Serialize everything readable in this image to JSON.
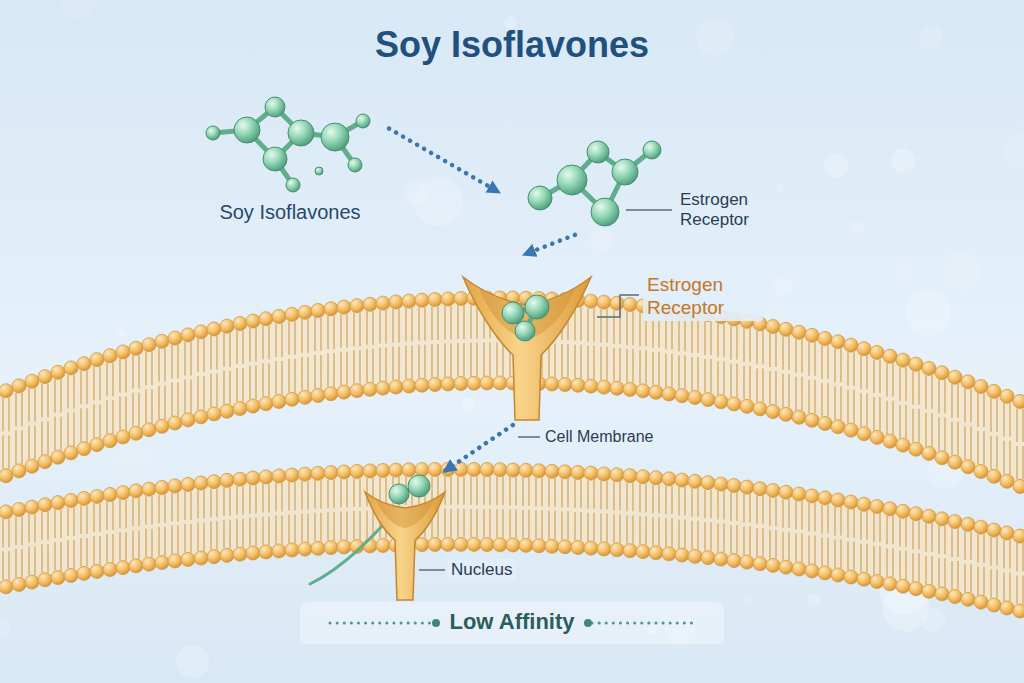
{
  "diagram": {
    "title": "Soy Isoflavones",
    "nodes": [
      {
        "text": [
          "Soy Isoflavones"
        ]
      },
      {
        "text": [
          "Estrogen Receptor"
        ]
      },
      {
        "text": [
          "Estrogen Receptor"
        ]
      },
      {
        "text": [
          "Nucleus"
        ]
      }
    ],
    "edges": [
      {
        "from": 0,
        "to": 1,
        "arrow": "to"
      },
      {
        "from": 1,
        "to": 2,
        "arrow": "to"
      },
      {
        "from": 2,
        "to": 3,
        "arrow": "to"
      }
    ],
    "labels": [
      "Cell Membrane",
      "Low Affinity"
    ]
  }
}
